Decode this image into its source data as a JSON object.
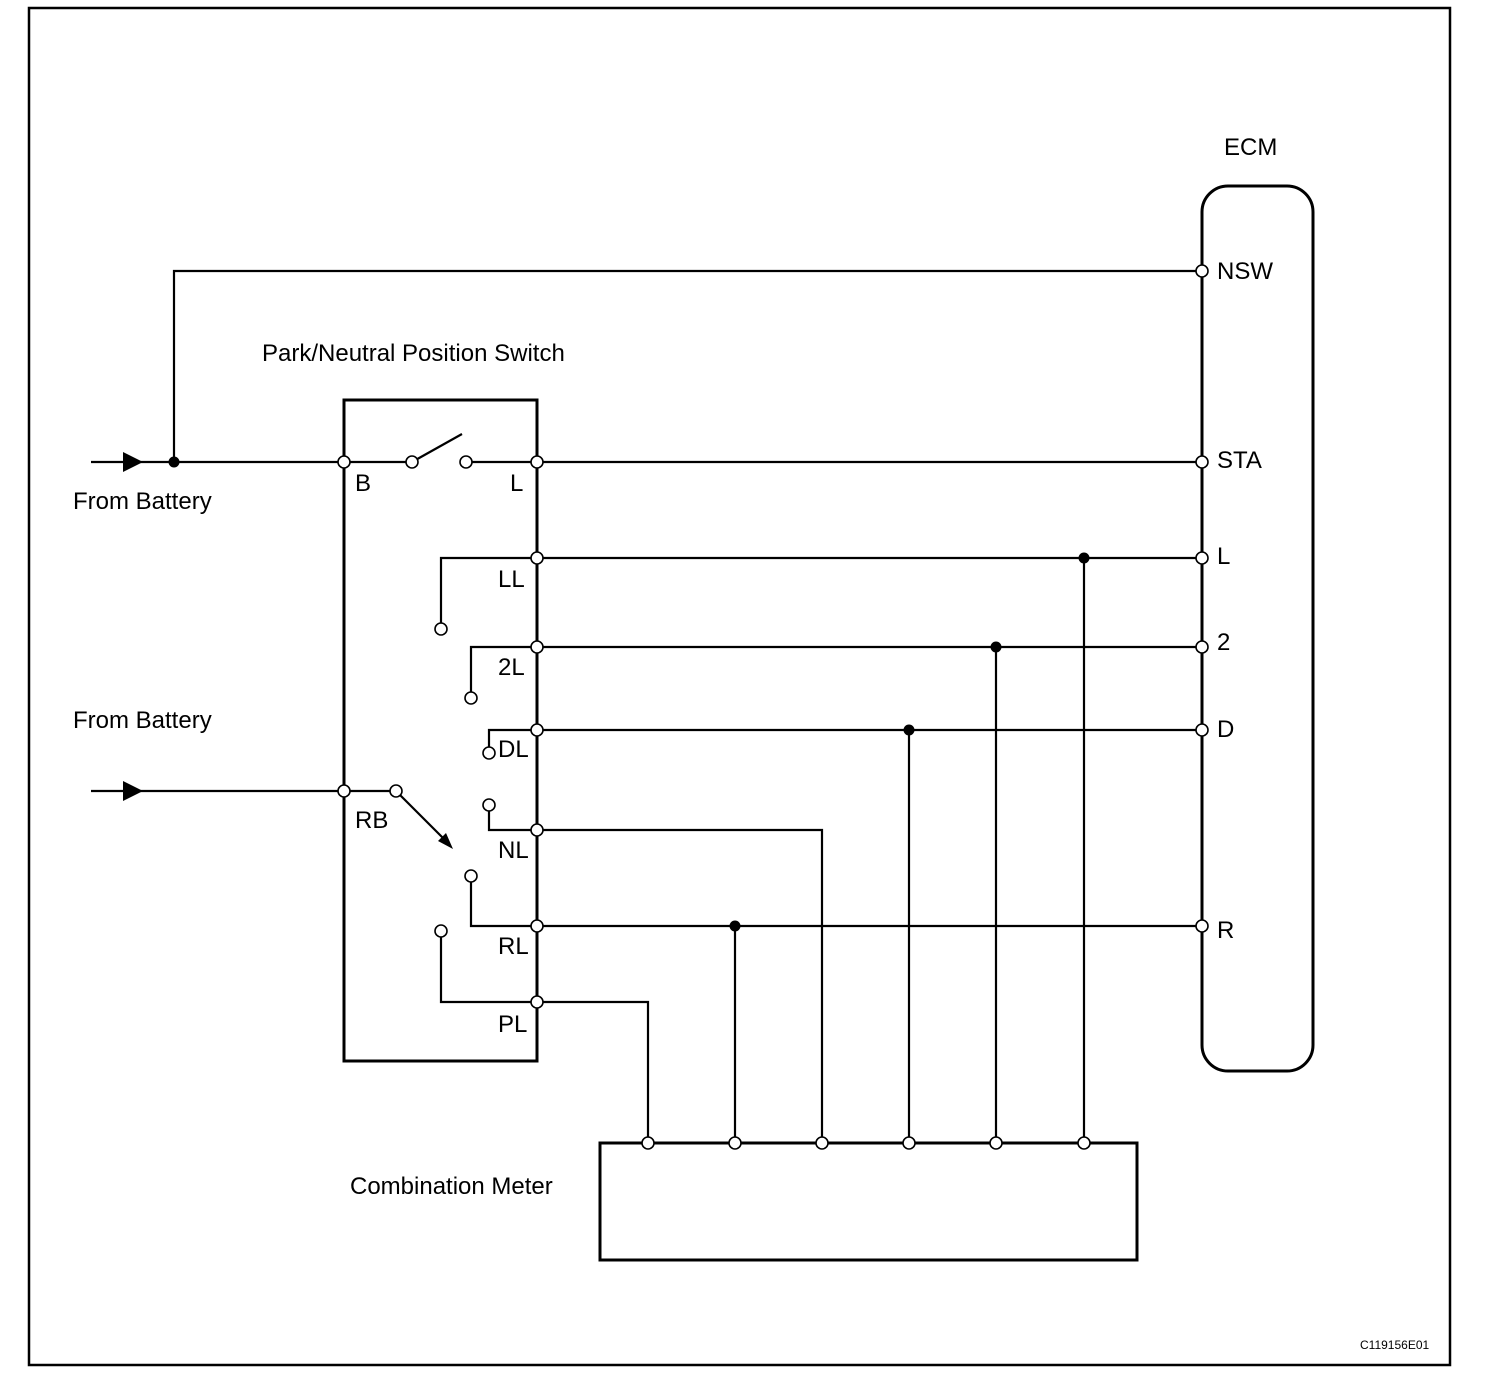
{
  "labels": {
    "ecm": "ECM",
    "pnp_switch": "Park/Neutral Position Switch",
    "from_battery_1": "From Battery",
    "from_battery_2": "From Battery",
    "combination_meter": "Combination Meter",
    "figure_code": "C119156E01"
  },
  "pnp_pins": {
    "B": "B",
    "L": "L",
    "LL": "LL",
    "2L": "2L",
    "DL": "DL",
    "RB": "RB",
    "NL": "NL",
    "RL": "RL",
    "PL": "PL"
  },
  "ecm_pins": {
    "NSW": "NSW",
    "STA": "STA",
    "L": "L",
    "2": "2",
    "D": "D",
    "R": "R"
  },
  "colors": {
    "line": "#000000",
    "background": "#ffffff"
  }
}
